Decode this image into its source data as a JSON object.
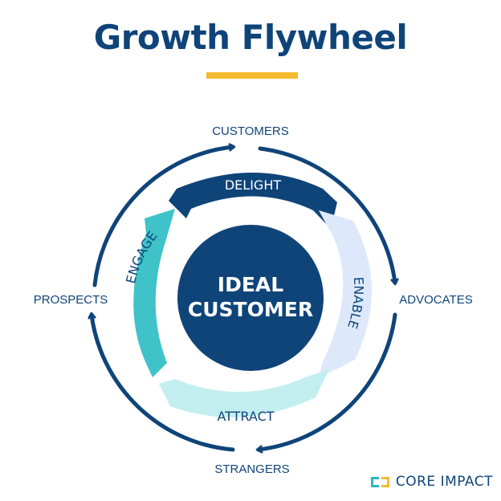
{
  "title": "Growth Flywheel",
  "center": {
    "line1": "IDEAL",
    "line2": "CUSTOMER"
  },
  "outer_labels": {
    "top": "CUSTOMERS",
    "right": "ADVOCATES",
    "bottom": "STRANGERS",
    "left": "PROSPECTS"
  },
  "stages": {
    "top": "DELIGHT",
    "right": "ENABLE",
    "bottom": "ATTRACT",
    "left": "ENGAGE"
  },
  "logo": {
    "text": "CORE IMPACT"
  },
  "colors": {
    "navy": "#0f4479",
    "teal": "#3fc3c9",
    "light_blue": "#dde9fb",
    "light_teal": "#c3eef0",
    "yellow": "#f4b92e"
  }
}
